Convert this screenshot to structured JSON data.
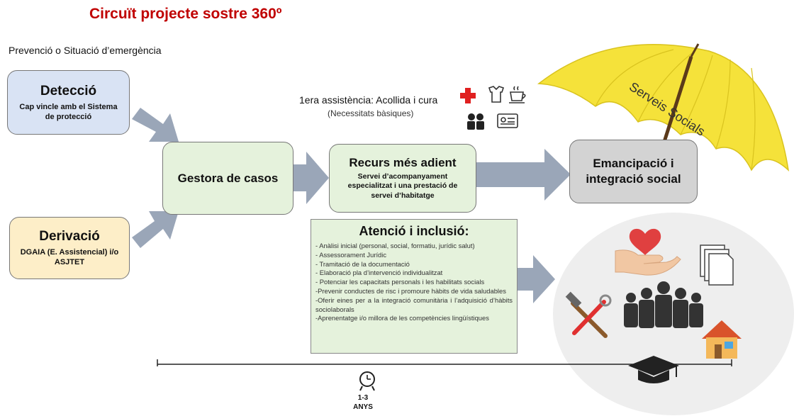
{
  "title": "Circuït projecte sostre 360º",
  "subtitle": "Prevenció o Situació d’emergència",
  "detection": {
    "title": "Detecció",
    "text": "Cap vincle amb el Sistema de protecció"
  },
  "derivation": {
    "title": "Derivació",
    "text": "DGAIA (E. Assistencial) i/o ASJTET"
  },
  "case_manager": {
    "title": "Gestora de casos"
  },
  "resource": {
    "title": "Recurs més adient",
    "text": "Servei d’acompanyament especialitzat i una prestació de servei d’habitatge"
  },
  "emancipation": {
    "title": "Emancipació i integració social"
  },
  "first_assistance": {
    "title": "1era assistència: Acollida i cura",
    "subtitle": "(Necessitats bàsiques)",
    "icons": [
      "red-cross-icon",
      "clothing-icon",
      "coffee-cup-icon",
      "people-icon",
      "id-card-icon"
    ]
  },
  "umbrella": {
    "label": "Serveis Socials",
    "color": "#f5e23a"
  },
  "attention": {
    "title": "Atenció i inclusió:",
    "items": [
      "- Anàlisi inicial (personal, social, formatiu, jurídic salut)",
      "- Assessorament Jurídic",
      "- Tramitació de la documentació",
      "- Elaboració pla d’intervenció individualitzat",
      "- Potenciar les capacitats personals i les habilitats socials",
      "-Prevenir conductes de risc i promoure hàbits de vida saludables",
      "-Oferir eines per a la integració comunitària i l’adquisició d’hàbits sociolaborals",
      "-Aprenentatge i/o millora de les competències lingüístiques"
    ]
  },
  "duration": {
    "line1": "1-3",
    "line2": "ANYS"
  },
  "circle_icons": [
    "heart-hand-icon",
    "documents-icon",
    "tools-icon",
    "group-people-icon",
    "house-icon",
    "graduation-cap-icon"
  ],
  "colors": {
    "title": "#c00000",
    "arrow": "#9aa6b8",
    "green_box": "#e5f2dc",
    "blue_box": "#d9e3f4",
    "yellow_box": "#fdeec8"
  }
}
